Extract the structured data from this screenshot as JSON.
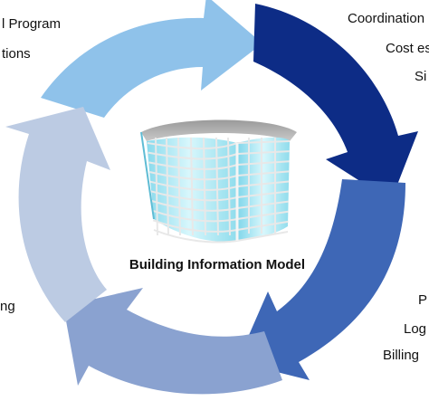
{
  "center": {
    "title": "Building Information Model"
  },
  "labels": {
    "top_left": [
      "l Program",
      "tions"
    ],
    "top_right": [
      "Coordination",
      "Cost es",
      "Si"
    ],
    "bottom_right": [
      "P",
      "Log",
      "Billing"
    ],
    "bottom_left": [
      "ng"
    ]
  },
  "colors": {
    "arrow_top": "#8fc2ea",
    "arrow_right": "#0d2c86",
    "arrow_bottom_right": "#3e67b6",
    "arrow_bottom_left": "#8aa2d0",
    "arrow_left": "#bccbe3",
    "glass": "#b9ecf6",
    "frame": "#e8e8e8"
  }
}
